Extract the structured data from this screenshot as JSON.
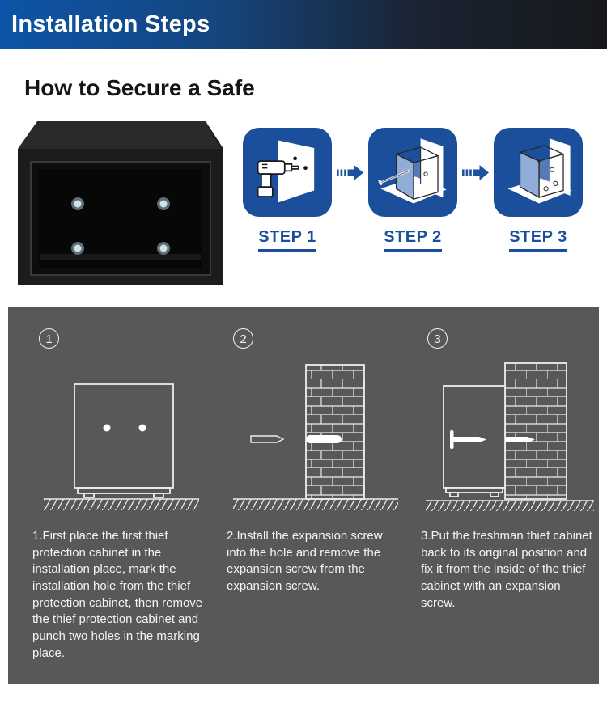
{
  "banner": {
    "title": "Installation Steps"
  },
  "section_heading": "How to Secure a Safe",
  "steps": {
    "labels": [
      "STEP 1",
      "STEP 2",
      "STEP 3"
    ]
  },
  "instructions": {
    "items": [
      {
        "number": "1",
        "text": "1.First place the first thief protection cabinet in the installation place, mark the installation hole from the thief protection cabinet, then remove the thief protection cabinet and punch two holes in the marking place."
      },
      {
        "number": "2",
        "text": "2.Install the expansion screw into the hole and remove the expansion screw from the expansion screw."
      },
      {
        "number": "3",
        "text": "3.Put the freshman thief cabinet back to its original position and fix it from the inside of the thief cabinet with an expansion screw."
      }
    ]
  },
  "icons": {
    "step1": "drill-into-wall-illustration",
    "step2": "anchor-screw-into-box-illustration",
    "step3": "box-fixed-to-wall-illustration",
    "between_steps": "fast-forward-arrow",
    "product": "open-safe-back-with-mounting-holes"
  },
  "colors": {
    "accent_blue": "#1b4f9c",
    "banner_gradient_start": "#0d55a8",
    "banner_gradient_end": "#17181c",
    "panel_gray": "#58585a",
    "illustration_line": "#ededed",
    "text_on_panel": "#f4f4f4"
  }
}
